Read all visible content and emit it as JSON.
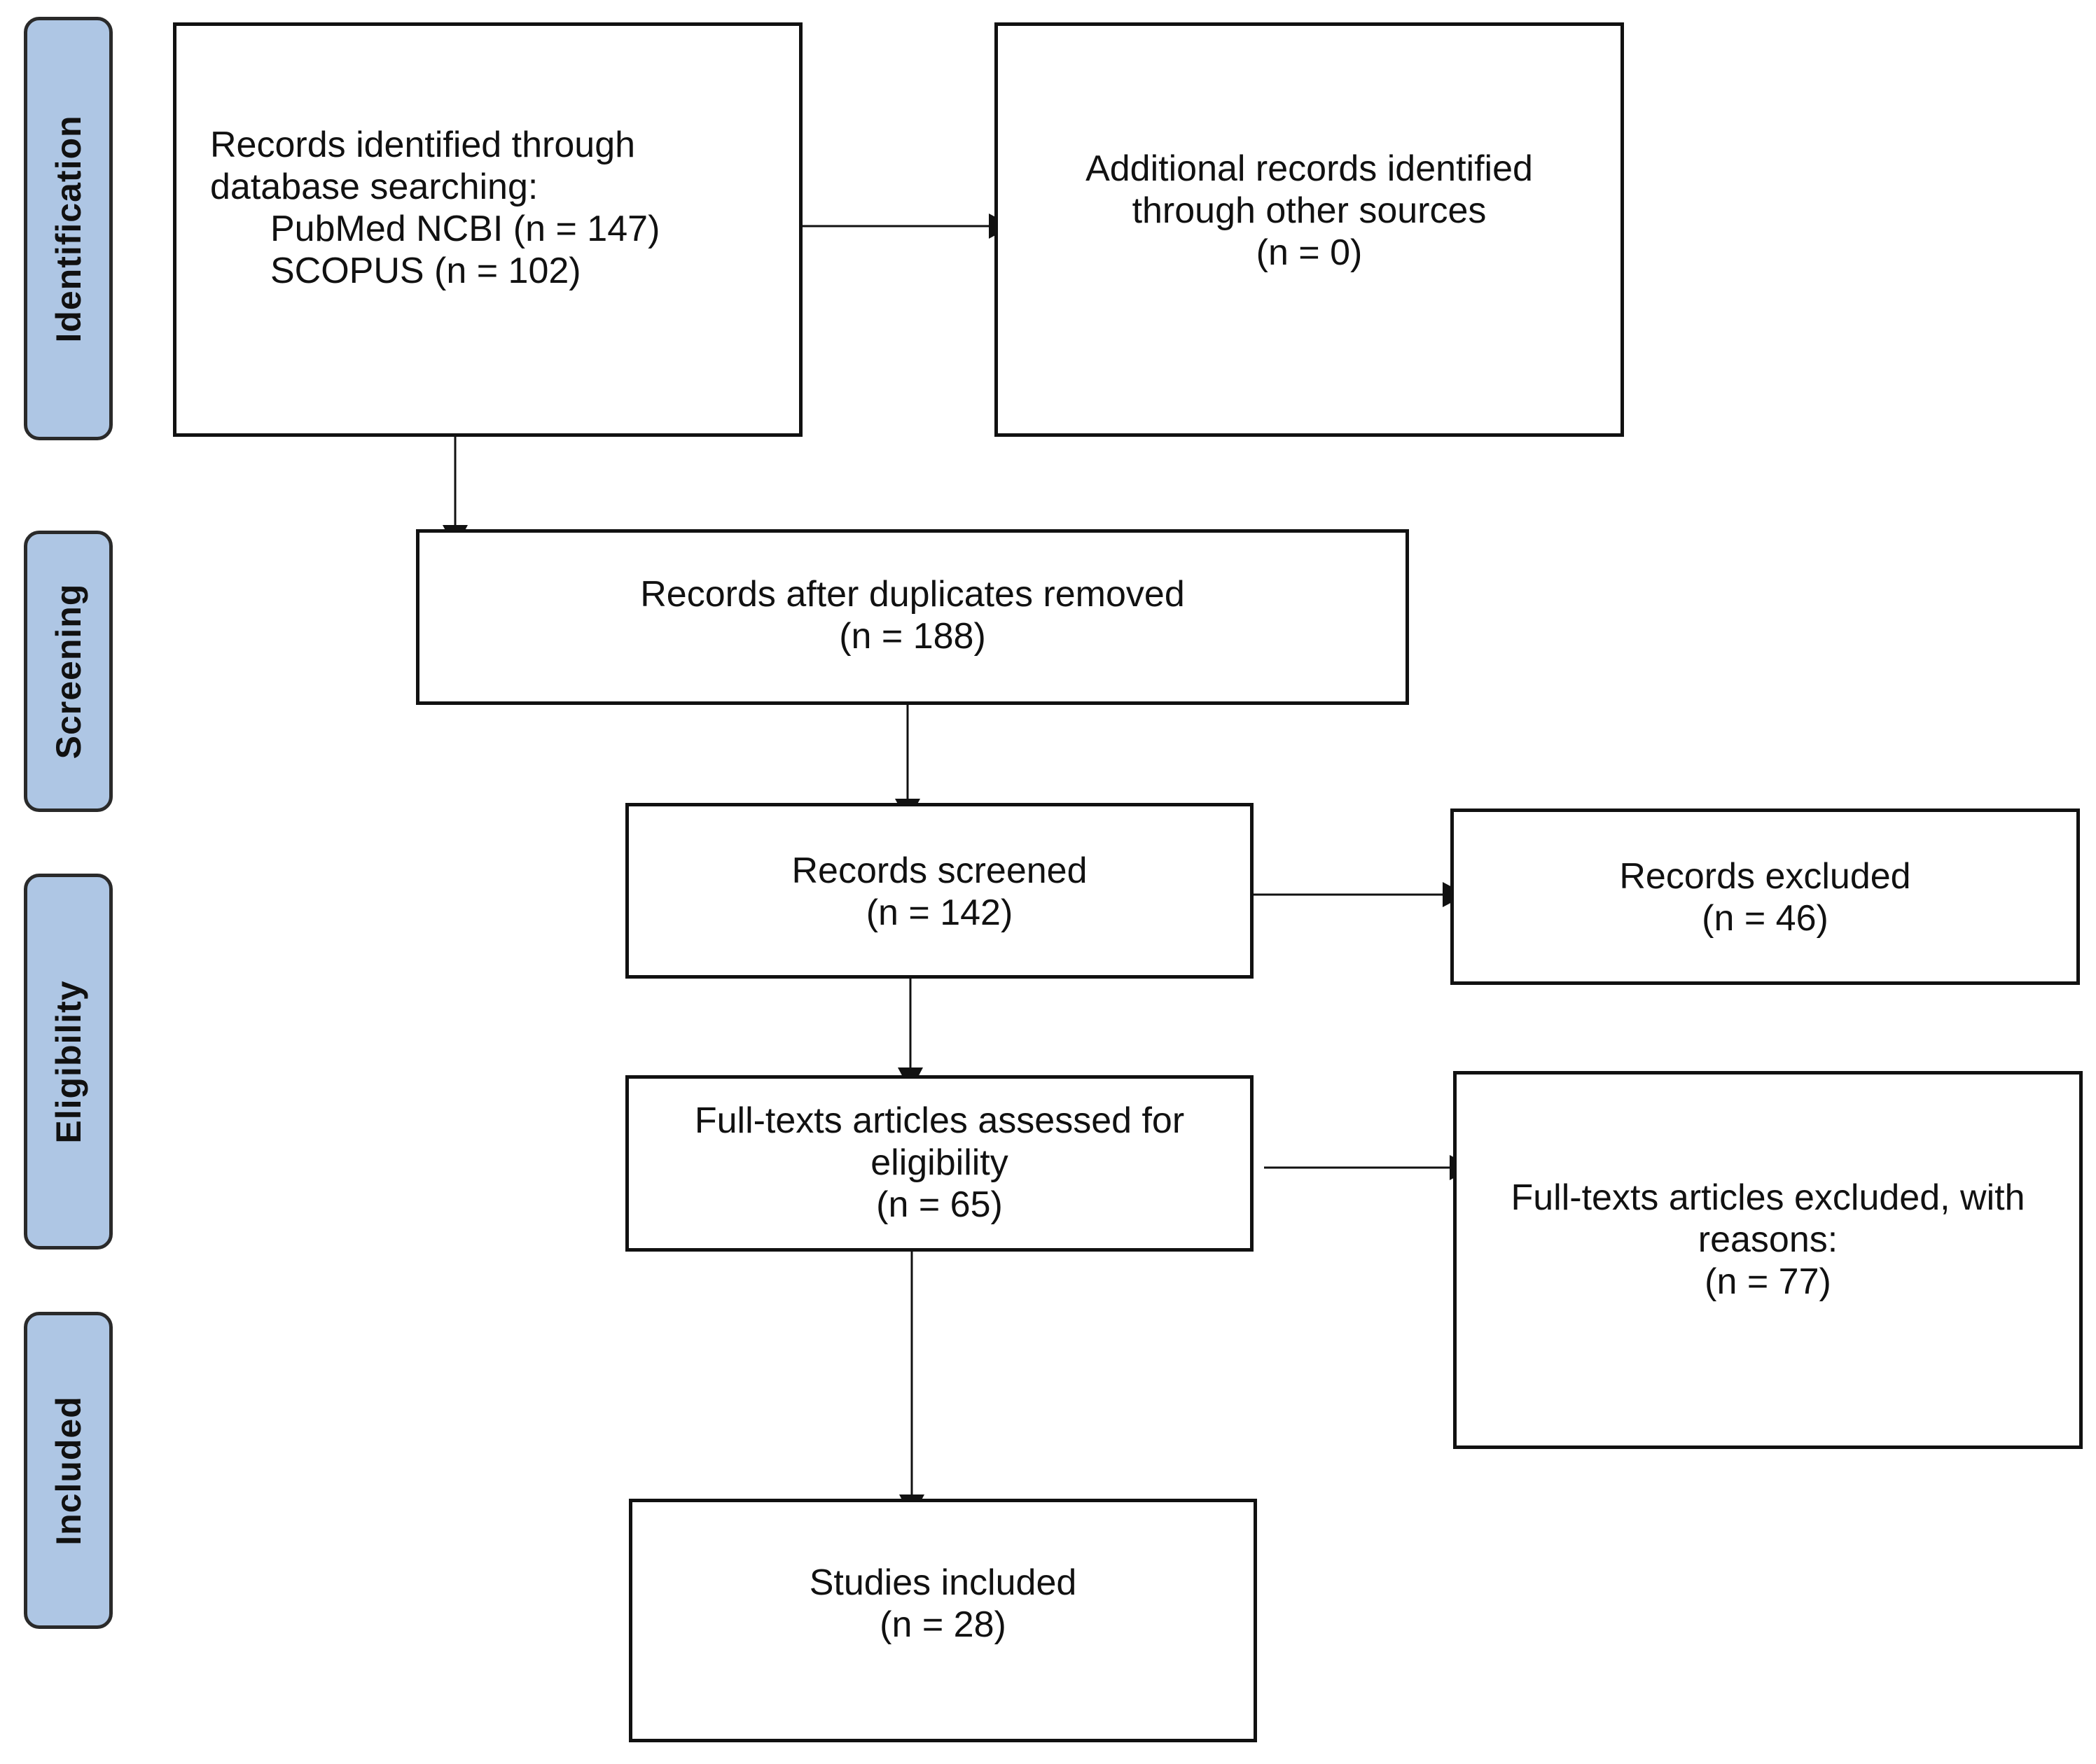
{
  "phases": {
    "identification": "Identification",
    "screening": "Screening",
    "eligibility": "Eligibility",
    "included": "Included"
  },
  "boxes": {
    "records_identified": {
      "line1": "Records identified through",
      "line2": "database searching:",
      "line3": "PubMed NCBI (n = 147)",
      "line4": "SCOPUS (n = 102)"
    },
    "additional_records": {
      "line1": "Additional records identified",
      "line2": "through other sources",
      "line3": "(n = 0)"
    },
    "duplicates_removed": {
      "line1": "Records after duplicates removed",
      "line2": "(n = 188)"
    },
    "records_screened": {
      "line1": "Records screened",
      "line2": "(n = 142)"
    },
    "records_excluded": {
      "line1": "Records excluded",
      "line2": "(n = 46)"
    },
    "fulltext_assessed": {
      "line1": "Full-texts articles assessed for",
      "line2": "eligibility",
      "line3": "(n = 65)"
    },
    "fulltext_excluded": {
      "line1": "Full-texts articles excluded, with",
      "line2": "reasons:",
      "line3": "(n = 77)"
    },
    "studies_included": {
      "line1": "Studies included",
      "line2": "(n = 28)"
    }
  },
  "colors": {
    "phase_fill": "#aec6e4",
    "border": "#111111"
  }
}
